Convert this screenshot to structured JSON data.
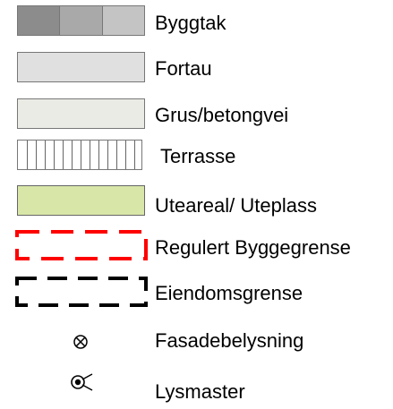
{
  "legend": {
    "items": [
      {
        "label": "Byggtak",
        "symbol": "roof-swatch",
        "colors": [
          "#8c8c8c",
          "#a9a9a9",
          "#c4c4c4"
        ]
      },
      {
        "label": "Fortau",
        "symbol": "sidewalk-swatch",
        "color": "#e0e0e0"
      },
      {
        "label": "Grus/betongvei",
        "symbol": "gravel-swatch",
        "color": "#ebebe6"
      },
      {
        "label": "Terrasse",
        "symbol": "terrace-hatch-swatch",
        "color": "#ffffff"
      },
      {
        "label": "Uteareal/ Uteplass",
        "symbol": "outdoor-area-swatch",
        "color": "#d8e6a8"
      },
      {
        "label": "Regulert Byggegrense",
        "symbol": "red-dashed-boundary",
        "color": "#ff0000"
      },
      {
        "label": "Eiendomsgrense",
        "symbol": "black-dashed-boundary",
        "color": "#000000"
      },
      {
        "label": "Fasadebelysning",
        "symbol": "facade-light-icon"
      },
      {
        "label": "Lysmaster",
        "symbol": "light-pole-icon"
      }
    ]
  }
}
